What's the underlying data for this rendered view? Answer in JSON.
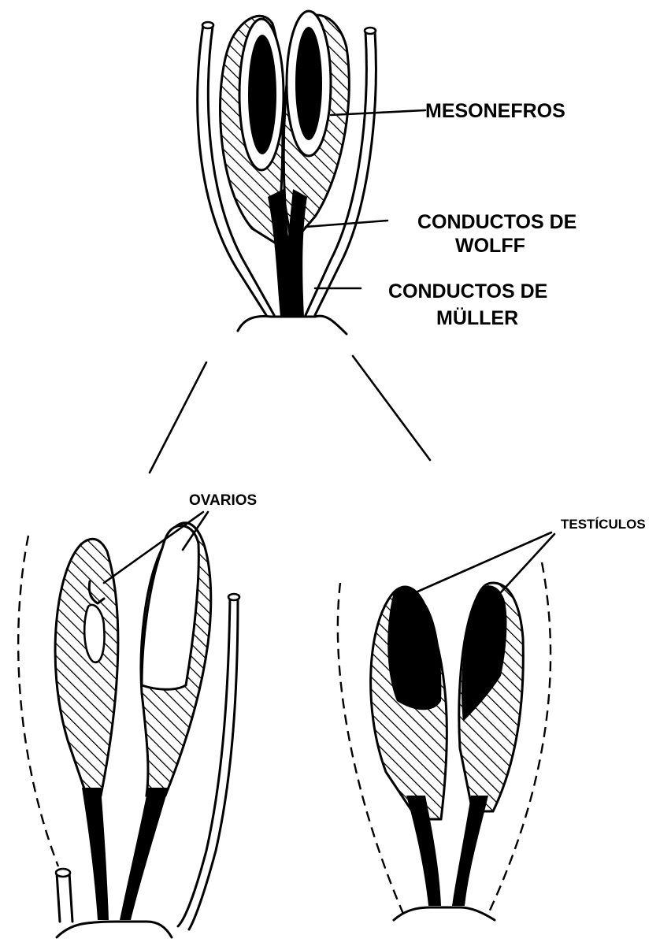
{
  "colors": {
    "ink": "#000000",
    "paper": "#ffffff"
  },
  "labels": {
    "mesonefros": "MESONEFROS",
    "wolff_line1": "CONDUCTOS DE",
    "wolff_line2": "WOLFF",
    "muller_line1": "CONDUCTOS DE",
    "muller_line2": "MÜLLER",
    "ovarios": "OVARIOS",
    "testiculos": "TESTÍCULOS"
  }
}
